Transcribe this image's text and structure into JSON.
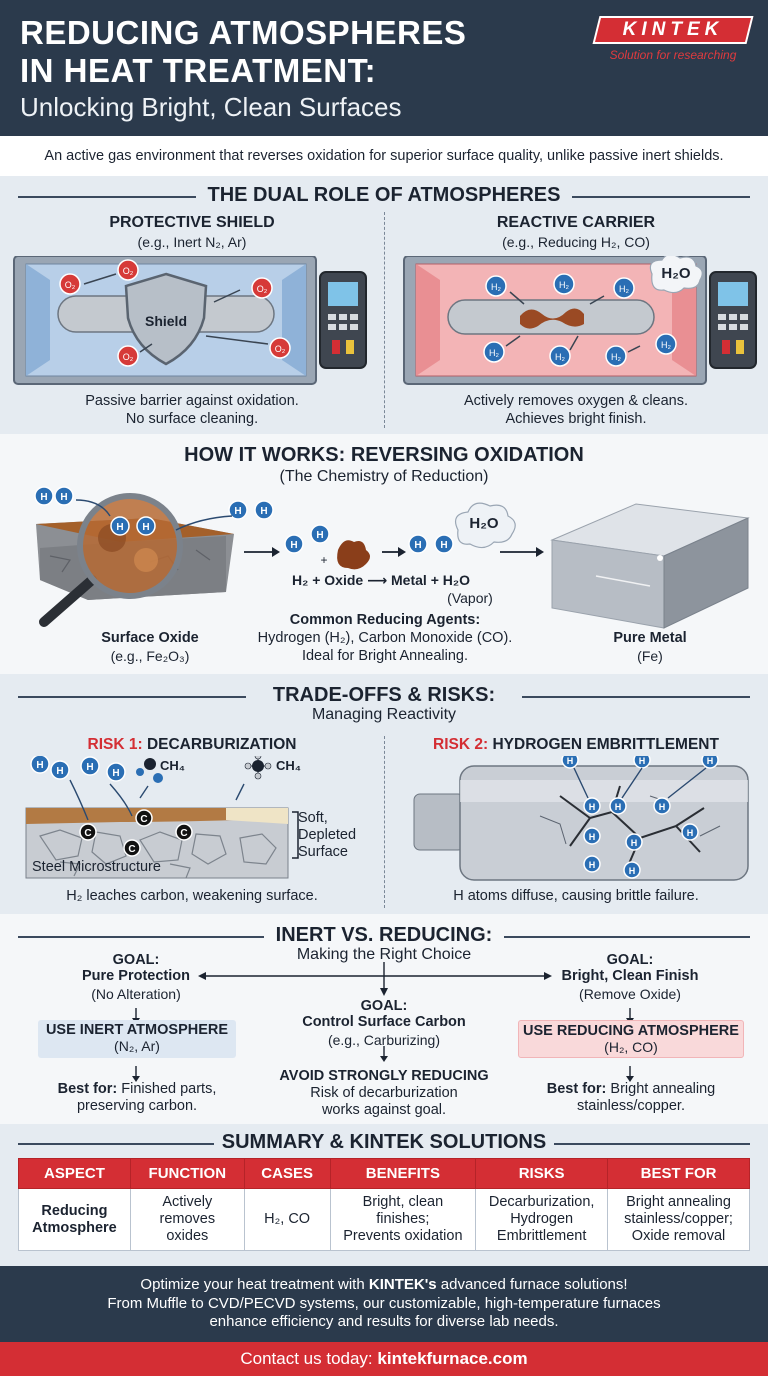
{
  "header": {
    "title_line1": "REDUCING ATMOSPHERES",
    "title_line2": "IN HEAT TREATMENT:",
    "subtitle": "Unlocking Bright, Clean Surfaces",
    "logo_text": "KINTEK",
    "logo_tagline": "Solution for researching"
  },
  "intro": "An active gas environment that reverses oxidation for superior surface quality, unlike passive inert shields.",
  "dual_role": {
    "title": "THE DUAL ROLE OF ATMOSPHERES",
    "left": {
      "heading": "PROTECTIVE SHIELD",
      "example": "(e.g., Inert N₂, Ar)",
      "shield_label": "Shield",
      "gas": "O₂",
      "caption_line1": "Passive barrier against oxidation.",
      "caption_line2": "No surface cleaning."
    },
    "right": {
      "heading": "REACTIVE CARRIER",
      "example": "(e.g., Reducing H₂, CO)",
      "gas": "H₂",
      "product": "H₂O",
      "caption_line1": "Actively removes oxygen & cleans.",
      "caption_line2": "Achieves bright finish."
    }
  },
  "how_it_works": {
    "title": "HOW IT WORKS: REVERSING OXIDATION",
    "subtitle": "(The Chemistry of Reduction)",
    "oxide_label": "Surface Oxide",
    "oxide_example": "(e.g., Fe₂O₃)",
    "plus": "+",
    "equation": "H₂ + Oxide ⟶ Metal + H₂O",
    "vapor": "(Vapor)",
    "water": "H₂O",
    "agents_heading": "Common Reducing Agents:",
    "agents_line1": "Hydrogen (H₂), Carbon Monoxide (CO).",
    "agents_line2": "Ideal for Bright Annealing.",
    "metal_label": "Pure Metal",
    "metal_example": "(Fe)",
    "h_atom": "H"
  },
  "tradeoffs": {
    "title": "TRADE-OFFS & RISKS:",
    "subtitle": "Managing Reactivity",
    "risk1_tag": "RISK 1:",
    "risk1_name": "DECARBURIZATION",
    "methane": "CH₄",
    "carbon": "C",
    "soft_line1": "Soft,",
    "soft_line2": "Depleted",
    "soft_line3": "Surface",
    "micro_label": "Steel Microstructure",
    "risk1_caption": "H₂ leaches carbon, weakening surface.",
    "risk2_tag": "RISK 2:",
    "risk2_name": "HYDROGEN EMBRITTLEMENT",
    "risk2_caption": "H atoms diffuse, causing brittle failure."
  },
  "choice": {
    "title": "INERT VS. REDUCING:",
    "subtitle": "Making the Right Choice",
    "goal_label": "GOAL:",
    "left_goal": "Pure Protection",
    "left_goal_note": "(No Alteration)",
    "left_use": "USE INERT ATMOSPHERE",
    "left_use_gas": "(N₂, Ar)",
    "best_for_label": "Best for:",
    "left_best_line1": "Finished parts,",
    "left_best_line2": "preserving carbon.",
    "mid_goal": "Control Surface Carbon",
    "mid_goal_note": "(e.g., Carburizing)",
    "mid_use": "AVOID STRONGLY REDUCING",
    "mid_line1": "Risk of decarburization",
    "mid_line2": "works against goal.",
    "right_goal": "Bright, Clean Finish",
    "right_goal_note": "(Remove Oxide)",
    "right_use": "USE REDUCING ATMOSPHERE",
    "right_use_gas": "(H₂, CO)",
    "right_best_line1": "Bright annealing",
    "right_best_line2": "stainless/copper."
  },
  "summary": {
    "title": "SUMMARY & KINTEK SOLUTIONS",
    "headers": [
      "ASPECT",
      "FUNCTION",
      "CASES",
      "BENEFITS",
      "RISKS",
      "BEST FOR"
    ],
    "row": [
      [
        "Reducing",
        "Atmosphere"
      ],
      [
        "Actively",
        "removes",
        "oxides"
      ],
      [
        "H₂, CO"
      ],
      [
        "Bright, clean",
        "finishes;",
        "Prevents oxidation"
      ],
      [
        "Decarburization,",
        "Hydrogen",
        "Embrittlement"
      ],
      [
        "Bright annealing",
        "stainless/copper;",
        "Oxide removal"
      ]
    ]
  },
  "footer": {
    "line1_pre": "Optimize your heat treatment with ",
    "line1_brand": "KINTEK's",
    "line1_post": " advanced furnace solutions!",
    "line2": "From Muffle to CVD/PECVD systems, our customizable, high-temperature furnaces",
    "line3": "enhance efficiency and results for diverse lab needs.",
    "cta_pre": "Contact us today: ",
    "cta_link": "kintekfurnace.com"
  },
  "colors": {
    "navy": "#2b3a4c",
    "red": "#d42e34",
    "band": "#e5ebf1"
  }
}
